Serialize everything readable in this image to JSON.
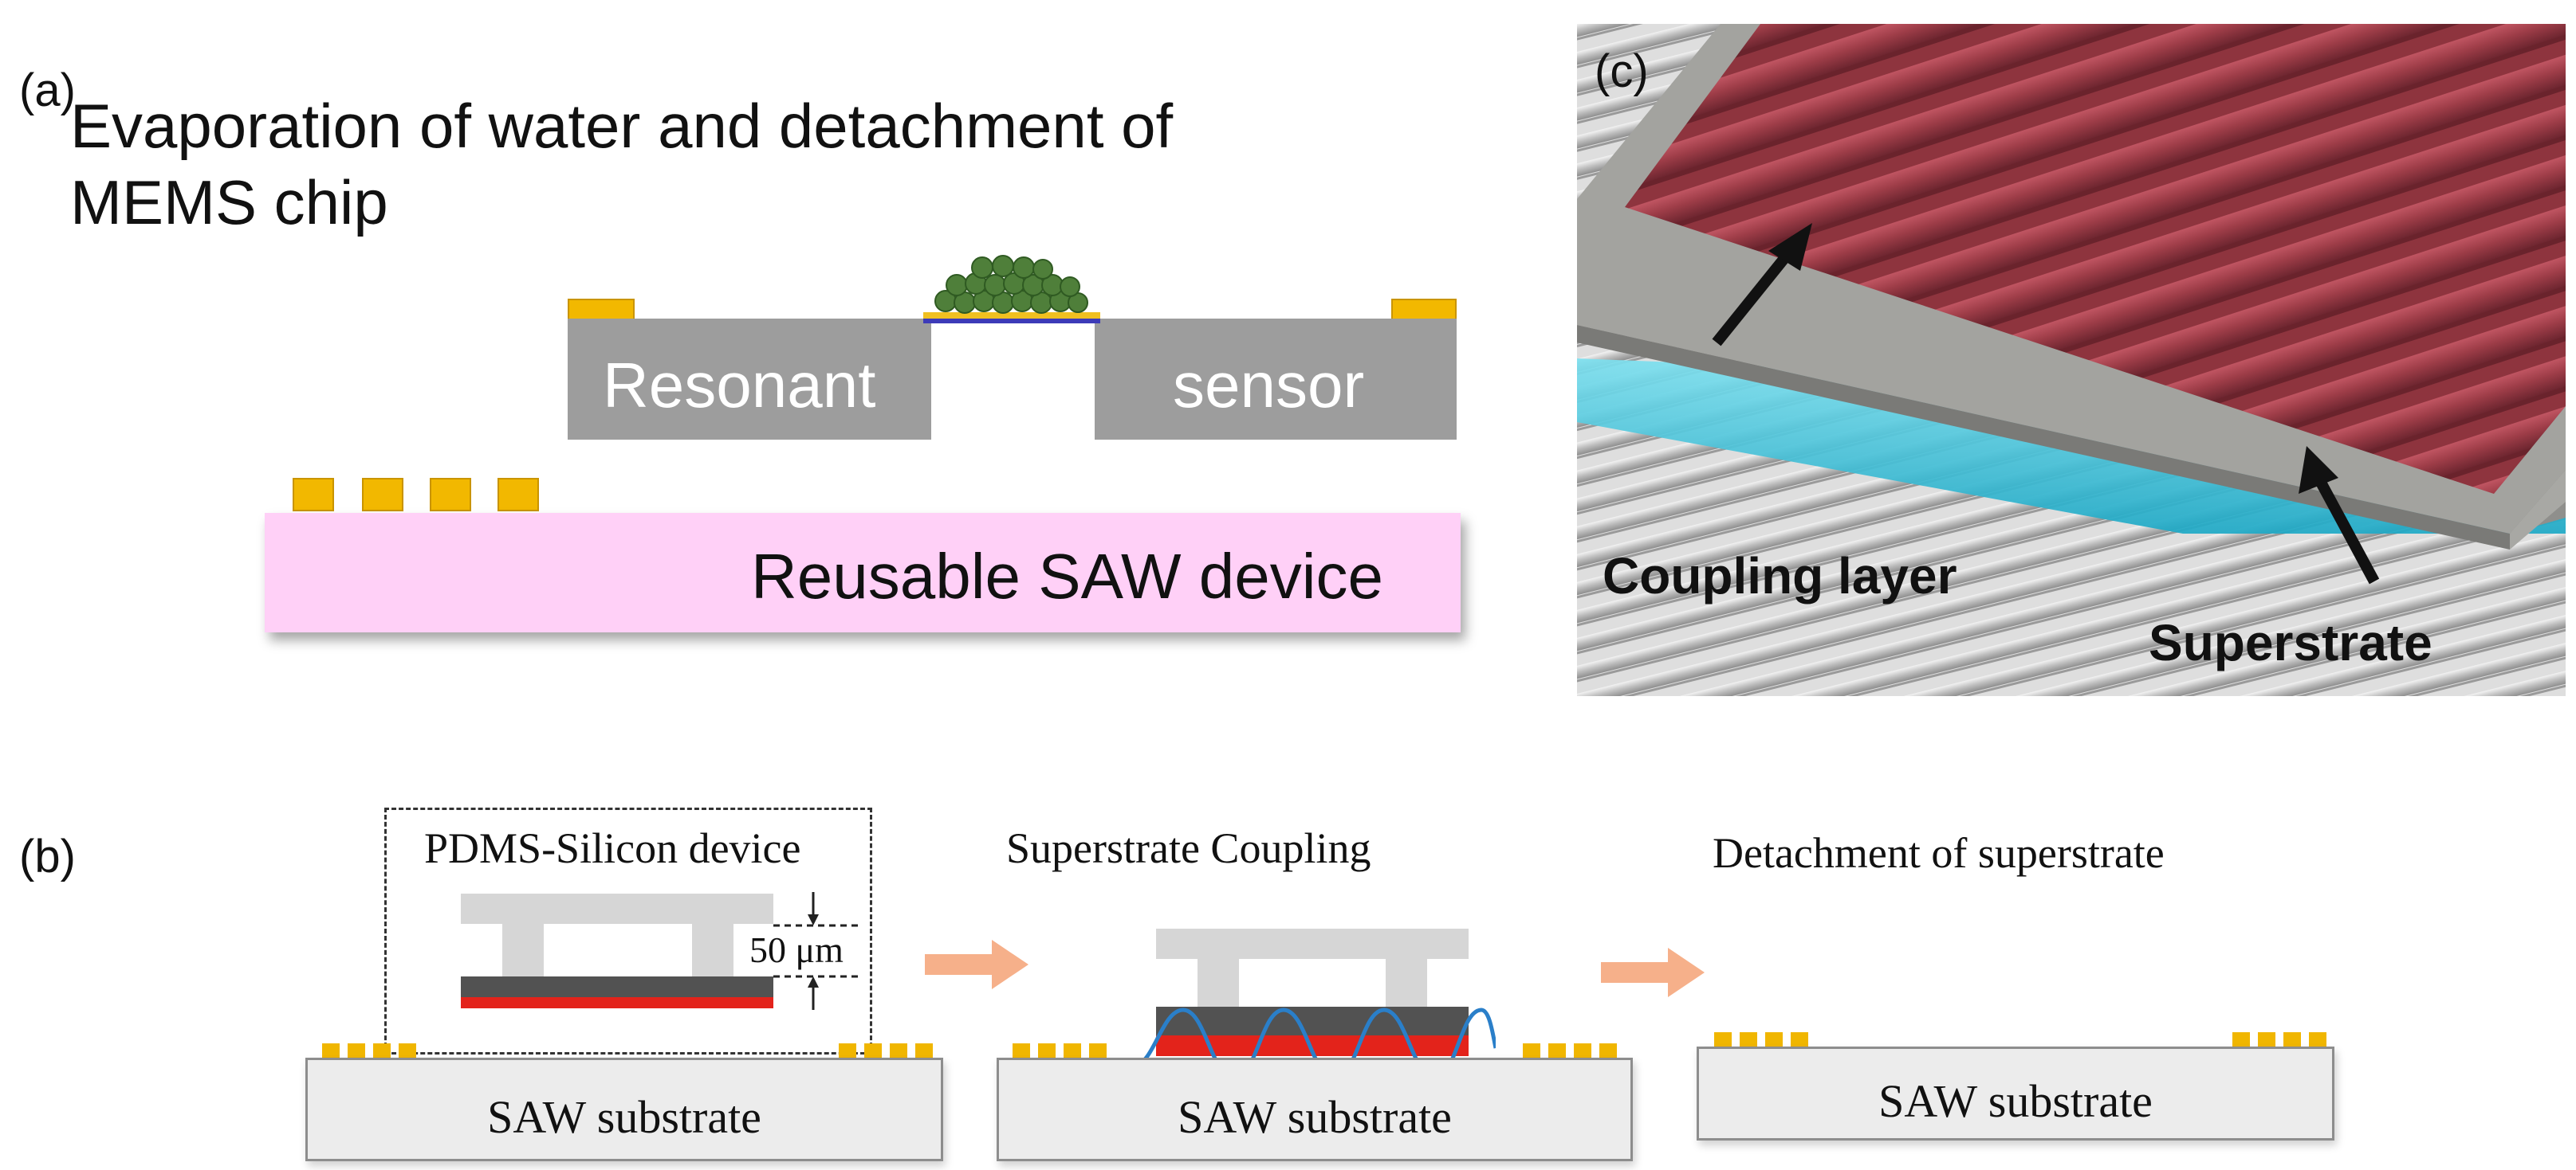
{
  "panel_a": {
    "label": "(a)",
    "title_line1": "Evaporation of water and detachment of",
    "title_line2": "MEMS chip",
    "block_left_label": "Resonant",
    "block_right_label": "sensor",
    "substrate_label": "Reusable SAW device",
    "colors": {
      "chip": "#9d9d9d",
      "pads": "#f2b800",
      "substrate": "#ffd0f7",
      "particles": "#4f7f3a"
    }
  },
  "panel_b": {
    "label": "(b)",
    "step1_title": "PDMS-Silicon device",
    "dimension_label": "50 μm",
    "step2_title": "Superstrate Coupling",
    "step3_title": "Detachment of superstrate",
    "substrate_label": "SAW substrate",
    "colors": {
      "pdms": "#d6d6d6",
      "silicon": "#525252",
      "layer": "#e3231b",
      "arrow": "#f6b08a",
      "wave": "#2a7fc9"
    }
  },
  "panel_c": {
    "label": "(c)",
    "coupling_label": "Coupling layer",
    "superstrate_label": "Superstrate",
    "colors": {
      "superstrate_top": "#9a3e47",
      "superstrate_body": "#9b9b97",
      "coupling": "#41c3dc",
      "substrate": "#dcdcdc"
    }
  }
}
